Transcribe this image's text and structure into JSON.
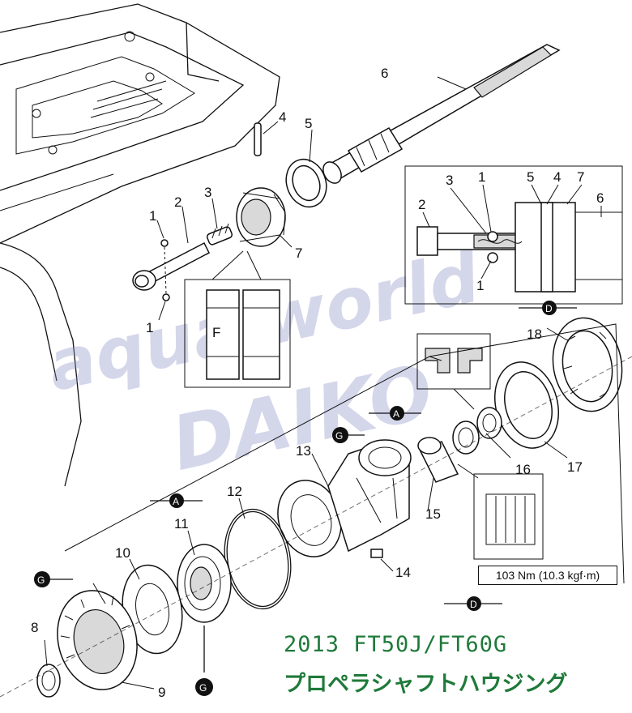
{
  "diagram": {
    "parts": [
      "1",
      "2",
      "3",
      "4",
      "5",
      "6",
      "7",
      "8",
      "9",
      "10",
      "11",
      "12",
      "13",
      "14",
      "15",
      "16",
      "17",
      "18"
    ],
    "detail_labels": [
      "3",
      "1",
      "5",
      "4",
      "7",
      "2",
      "6",
      "1"
    ],
    "inset_letter": "F",
    "lubricant_codes": {
      "A": "A",
      "D": "D",
      "G": "G"
    },
    "torque_spec": "103 Nm (10.3 kgf·m)",
    "watermark": {
      "line1": "aqua world",
      "line2": "DAIKO"
    },
    "caption": {
      "model": "2013 FT50J/FT60G",
      "title": "プロペラシャフトハウジング"
    },
    "colors": {
      "caption": "#1f7a3a",
      "watermark": "#8d94c7",
      "line": "#111111"
    }
  }
}
